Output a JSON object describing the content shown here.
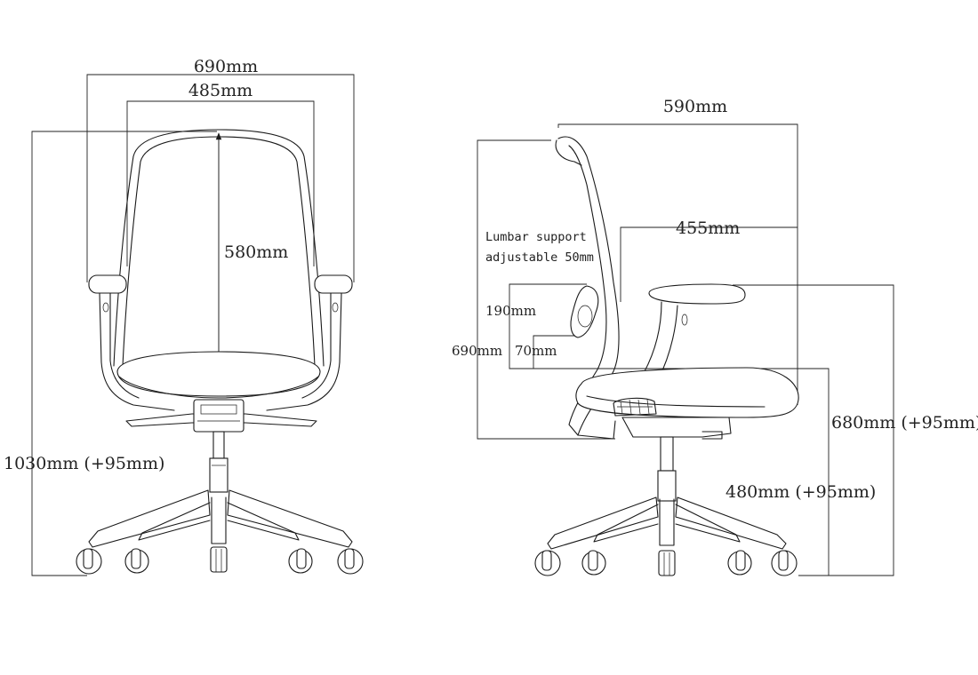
{
  "front_view": {
    "width_overall": "690mm",
    "width_back": "485mm",
    "back_height": "580mm",
    "total_height": "1030mm (+95mm)"
  },
  "side_view": {
    "depth_overall": "590mm",
    "seat_depth": "455mm",
    "lumbar_note_line1": "Lumbar support",
    "lumbar_note_line2": "adjustable 50mm",
    "lumbar_range": "190mm",
    "lumbar_height": "690mm",
    "lumbar_offset": "70mm",
    "armrest_height": "680mm (+95mm)",
    "seat_height": "480mm (+95mm)"
  }
}
